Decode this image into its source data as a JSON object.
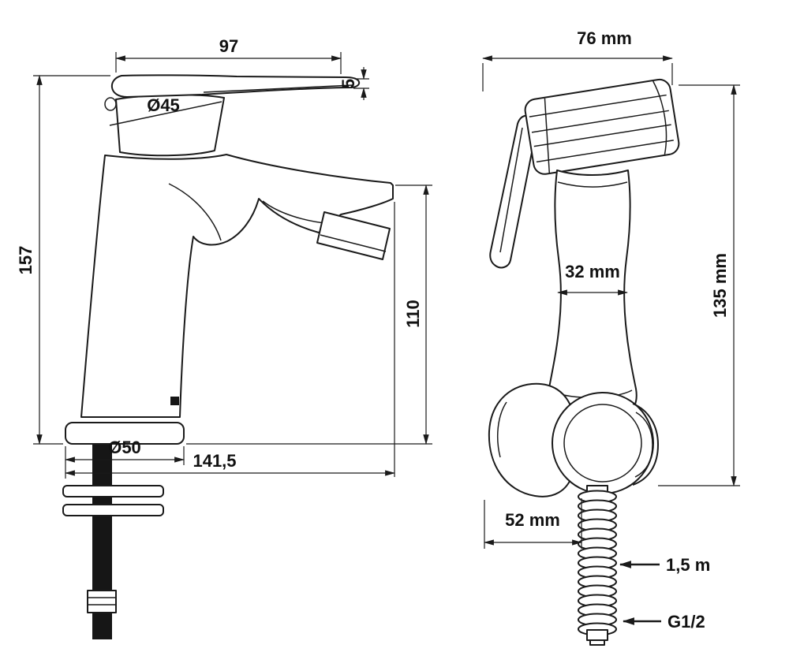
{
  "canvas": {
    "background": "#ffffff",
    "line_color": "#1a1a1a"
  },
  "faucet": {
    "dims": {
      "handle_length": "97",
      "cartridge_diameter": "Ø45",
      "handle_tip_thickness": "5",
      "total_height": "157",
      "spout_height": "110",
      "base_diameter": "Ø50",
      "overall_depth": "141,5"
    }
  },
  "sprayer": {
    "dims": {
      "head_width": "76 mm",
      "handle_width": "32 mm",
      "total_height": "135 mm",
      "holder_width": "52 mm",
      "hose_length": "1,5 m",
      "thread": "G1/2"
    }
  }
}
